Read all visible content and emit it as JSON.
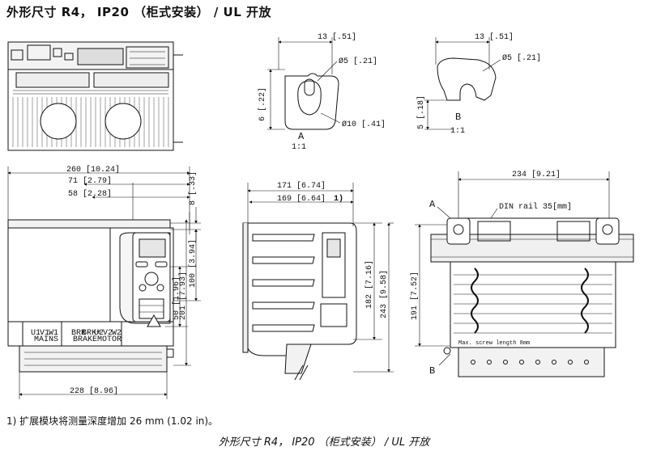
{
  "title": "外形尺寸 R4， IP20 （柜式安装） / UL 开放",
  "detail_a": {
    "dim_top": "13 [.51]",
    "dim_hole_small": "Ø5 [.21]",
    "dim_height": "6 [.22]",
    "dim_hole_large": "Ø10 [.41]",
    "label": "A",
    "scale": "1:1"
  },
  "detail_b": {
    "dim_top": "13 [.51]",
    "dim_hole": "Ø5 [.21]",
    "dim_height": "5 [.18]",
    "label": "B",
    "scale": "1:1"
  },
  "front_view": {
    "dim_width_total": "260 [10.24]",
    "dim_71": "71 [2.79]",
    "dim_58": "58 [2.28]",
    "dim_8": "8 [.33]",
    "dim_100": "100 [3.94]",
    "dim_201": "201 [7.93]",
    "dim_50": "50 [1.96]",
    "dim_228": "228 [8.96]",
    "terminals_mains": [
      "U1",
      "V1",
      "W1"
    ],
    "mains_label": "MAINS",
    "terminals_brake": [
      "BRK-",
      "BRK+"
    ],
    "brake_label": "BRAKE",
    "terminals_motor": [
      "U2",
      "V2",
      "W2"
    ],
    "motor_label": "MOTOR"
  },
  "side_view": {
    "dim_171": "171 [6.74]",
    "dim_169": "169 [6.64]",
    "footnote_ref": "1)",
    "dim_182": "182 [7.16]",
    "dim_243": "243 [9.58]"
  },
  "back_view": {
    "dim_234": "234 [9.21]",
    "din_rail": "DIN rail 35[mm]",
    "dim_191": "191 [7.52]",
    "label_a": "A",
    "label_b": "B",
    "screw_note": "Max. screw length 8mm"
  },
  "footnote": "1) 扩展模块将测量深度增加 26 mm (1.02 in)。",
  "caption": "外形尺寸 R4， IP20 （柜式安装） / UL 开放"
}
